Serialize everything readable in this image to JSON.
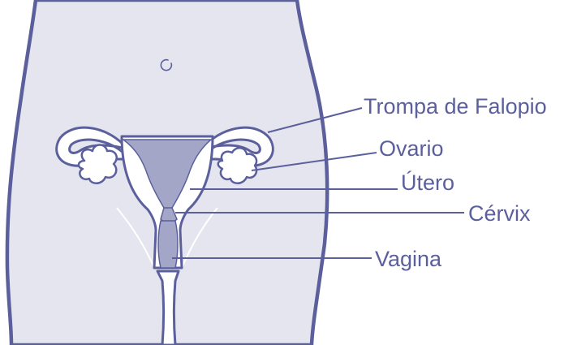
{
  "labels": {
    "trompa": "Trompa de Falopio",
    "ovario": "Ovario",
    "utero": "Útero",
    "cervix": "Cérvix",
    "vagina": "Vagina"
  },
  "colors": {
    "body_fill": "#e4e5ef",
    "outline": "#5b5f9c",
    "organ_fill": "#a4a6c8",
    "white": "#ffffff"
  }
}
